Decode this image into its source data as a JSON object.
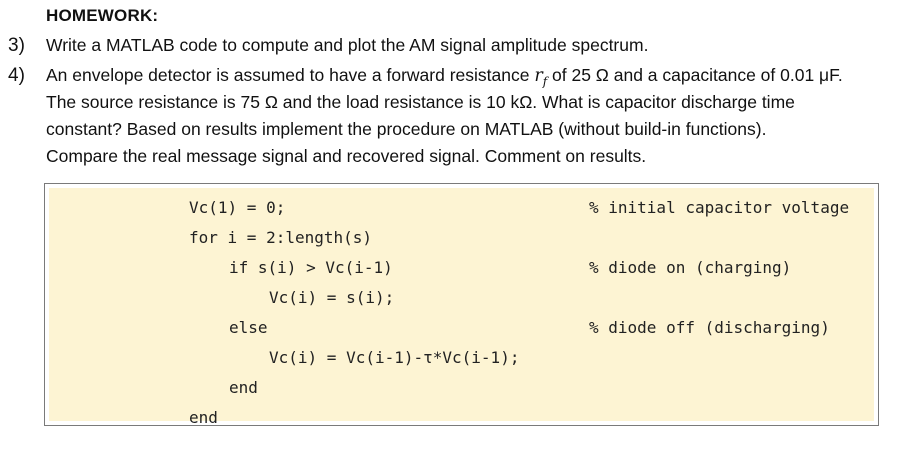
{
  "heading": "HOMEWORK:",
  "items": [
    {
      "number": "3)",
      "lines": [
        "Write a MATLAB code to compute and plot the AM signal amplitude spectrum."
      ]
    },
    {
      "number": "4)",
      "line1_pre": "An envelope detector is assumed to have a forward resistance ",
      "line1_sym": "r",
      "line1_sub": "f",
      "line1_post": " of 25 Ω and a capacitance of 0.01 μF.",
      "line2": "The source resistance is 75  Ω and the load resistance is 10 kΩ. What is capacitor discharge time",
      "line3": "constant? Based on results implement the procedure on MATLAB (without build-in functions).",
      "line4": "Compare the real message signal and recovered signal. Comment on results."
    }
  ],
  "code": {
    "lines": [
      "Vc(1) = 0;",
      "for i = 2:length(s)",
      "if s(i) > Vc(i-1)",
      "Vc(i) = s(i);",
      "else",
      "Vc(i) = Vc(i-1)-τ*Vc(i-1);",
      "end",
      "end"
    ],
    "comments": {
      "init": "% initial capacitor voltage",
      "on": "% diode on (charging)",
      "off": "% diode off (discharging)"
    }
  }
}
